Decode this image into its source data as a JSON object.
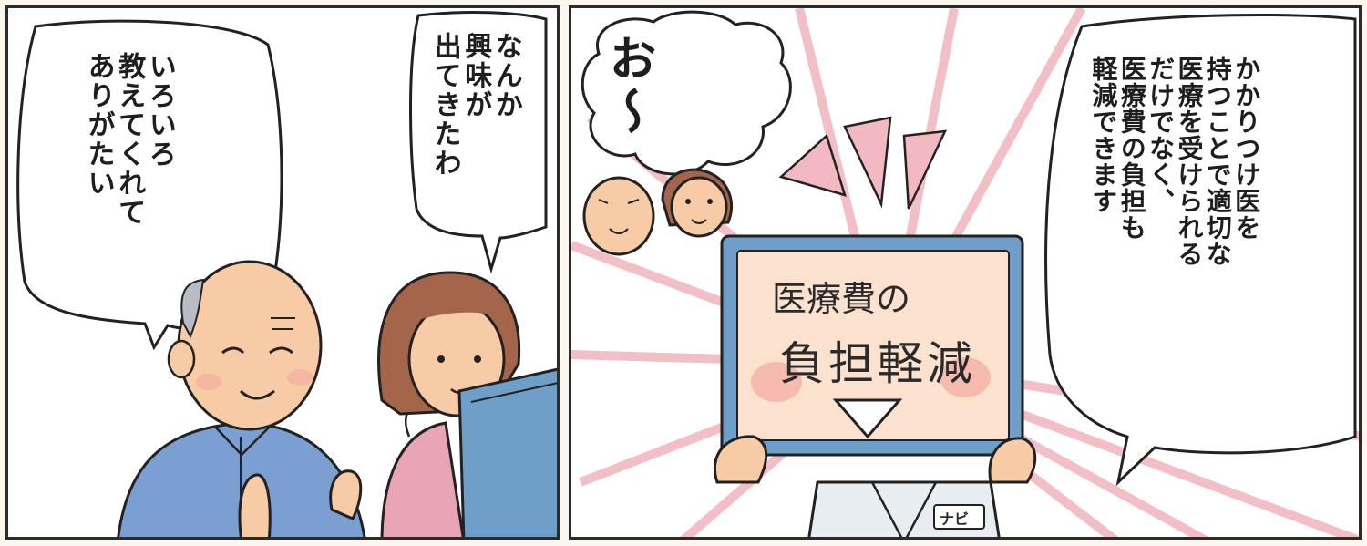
{
  "panel1": {
    "speech_left": "いろいろ\n教えてくれて\nありがたい",
    "speech_right": "なんか\n興味が\n出てきたわ"
  },
  "panel2": {
    "exclaim": "お〜",
    "speech_right": "かかりつけ医を\n持つことで適切な\n医療を受けられる\nだけでなく、\n医療費の負担も\n軽減できます",
    "sign_line1": "医療費の",
    "sign_line2": "負担軽減",
    "badge": "ナビ"
  },
  "colors": {
    "frame": "#2b2b2b",
    "skin": "#f6cba5",
    "jacket_blue": "#7a9fd0",
    "hoodie_pink": "#e8a3b4",
    "hair_brown": "#a5654b",
    "monitor_blue": "#6f9fc8",
    "burst_pink": "#f2b9c2"
  }
}
